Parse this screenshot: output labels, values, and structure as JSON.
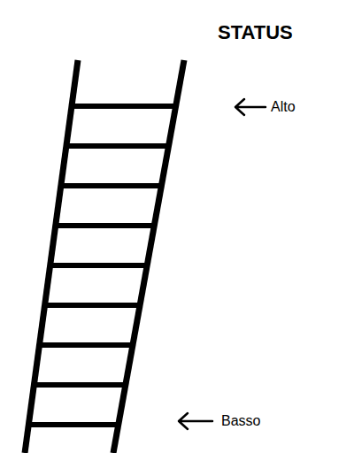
{
  "diagram": {
    "title": "STATUS",
    "labels": [
      "Alto",
      "Basso"
    ]
  }
}
